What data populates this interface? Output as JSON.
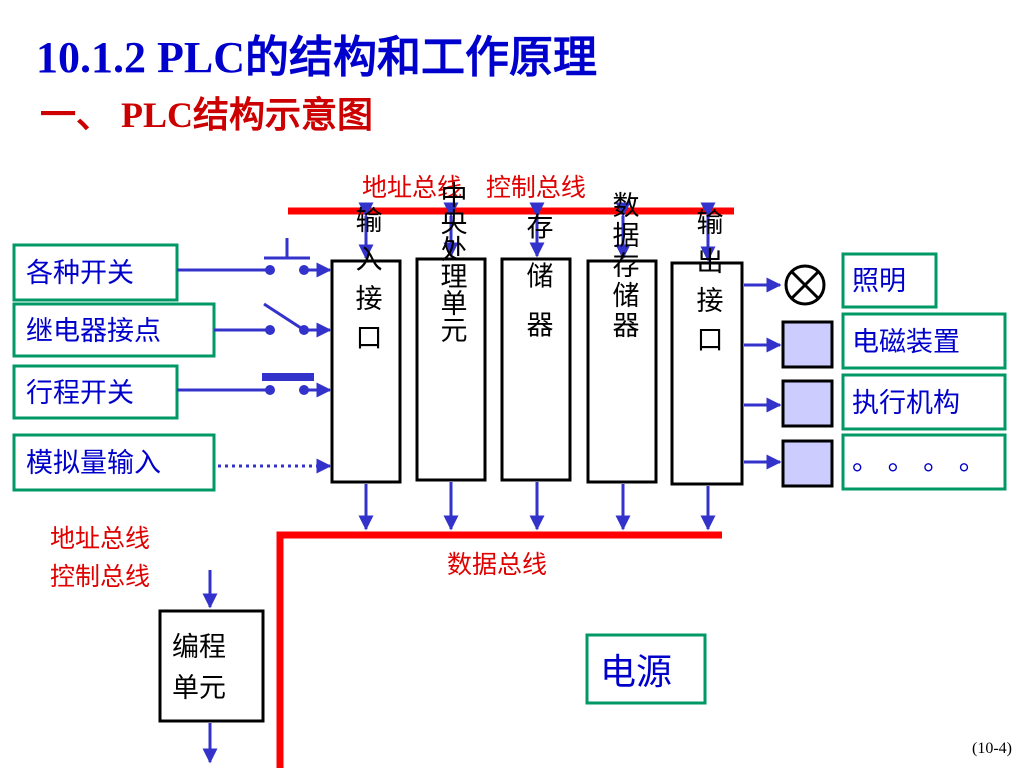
{
  "title": "10.1.2  PLC的结构和工作原理",
  "subtitle": "一、 PLC结构示意图",
  "bus_labels": {
    "top": "地址总线   控制总线",
    "left_line1": "地址总线",
    "left_line2": "控制总线",
    "data": "数据总线"
  },
  "inputs": [
    "各种开关",
    "继电器接点",
    "行程开关",
    "模拟量输入"
  ],
  "units": [
    {
      "text": "输入接口"
    },
    {
      "text": "中央处理单元"
    },
    {
      "text": "存储器"
    },
    {
      "text": "数据存储器"
    },
    {
      "text": "输出接口"
    }
  ],
  "outputs": [
    "照明",
    "电磁装置",
    "执行机构",
    "。 。 。 。"
  ],
  "programming_unit": {
    "line1": "编程",
    "line2": "单元"
  },
  "power": "电源",
  "page_number": "(10-4)",
  "colors": {
    "title": "#0000cc",
    "bus": "#ff0000",
    "wire": "#3333cc",
    "box_border": "#009966",
    "output_block": "#ccccff"
  }
}
